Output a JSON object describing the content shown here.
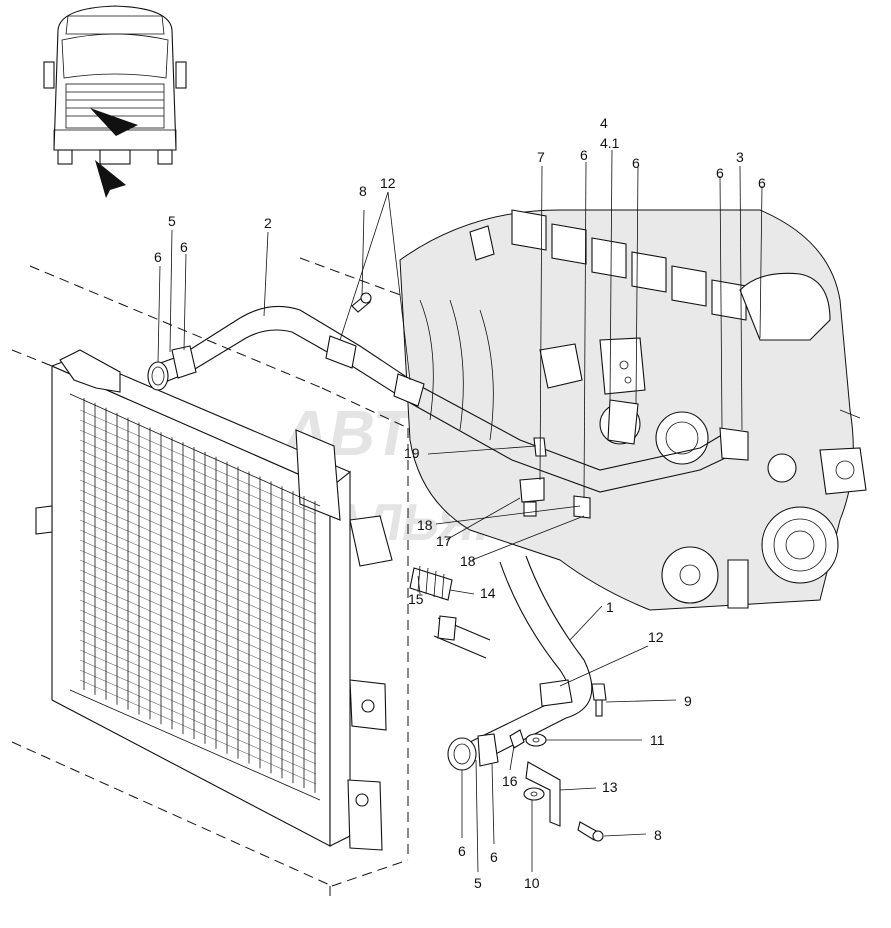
{
  "watermark": {
    "line1": "АВТО",
    "line2": "АЛЬЯНС"
  },
  "callouts": [
    {
      "id": "2",
      "text": "2"
    },
    {
      "id": "5-top",
      "text": "5"
    },
    {
      "id": "6-top-a",
      "text": "6"
    },
    {
      "id": "6-top-b",
      "text": "6"
    },
    {
      "id": "8-top",
      "text": "8"
    },
    {
      "id": "12-top",
      "text": "12"
    },
    {
      "id": "7",
      "text": "7"
    },
    {
      "id": "6-mid-a",
      "text": "6"
    },
    {
      "id": "4",
      "text": "4"
    },
    {
      "id": "4.1",
      "text": "4.1"
    },
    {
      "id": "6-mid-b",
      "text": "6"
    },
    {
      "id": "6-right-a",
      "text": "6"
    },
    {
      "id": "3",
      "text": "3"
    },
    {
      "id": "6-right-b",
      "text": "6"
    },
    {
      "id": "19",
      "text": "19"
    },
    {
      "id": "18-a",
      "text": "18"
    },
    {
      "id": "17",
      "text": "17"
    },
    {
      "id": "18-b",
      "text": "18"
    },
    {
      "id": "15",
      "text": "15"
    },
    {
      "id": "14",
      "text": "14"
    },
    {
      "id": "1",
      "text": "1"
    },
    {
      "id": "12-bottom",
      "text": "12"
    },
    {
      "id": "9",
      "text": "9"
    },
    {
      "id": "11",
      "text": "11"
    },
    {
      "id": "16",
      "text": "16"
    },
    {
      "id": "13",
      "text": "13"
    },
    {
      "id": "8-bottom",
      "text": "8"
    },
    {
      "id": "6-bottom-a",
      "text": "6"
    },
    {
      "id": "6-bottom-b",
      "text": "6"
    },
    {
      "id": "5-bottom",
      "text": "5"
    },
    {
      "id": "10",
      "text": "10"
    }
  ]
}
